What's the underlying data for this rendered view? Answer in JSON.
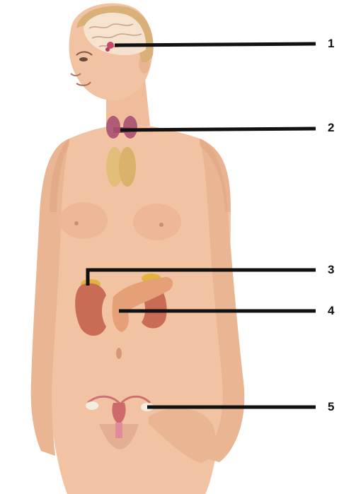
{
  "labels": [
    "1",
    "2",
    "3",
    "4",
    "5"
  ],
  "structures": {
    "pituitary": "pituitary-gland",
    "thyroid": "thyroid-gland",
    "thymus": "thymus",
    "adrenal": "adrenal-glands",
    "kidneys": "kidneys",
    "pancreas": "pancreas",
    "ovaries": "ovaries"
  },
  "colors": {
    "skin": "#f2c3a2",
    "skin_shadow": "#dd9f7d",
    "hair": "#d8b078",
    "brain": "#f6e3cf",
    "thyroid": "#b05c77",
    "thymus": "#e2be7a",
    "kidney": "#c96c55",
    "adrenal": "#e3b33f",
    "pancreas": "#e5a078",
    "uterus": "#cf6a6a",
    "leader_line": "#111111"
  }
}
